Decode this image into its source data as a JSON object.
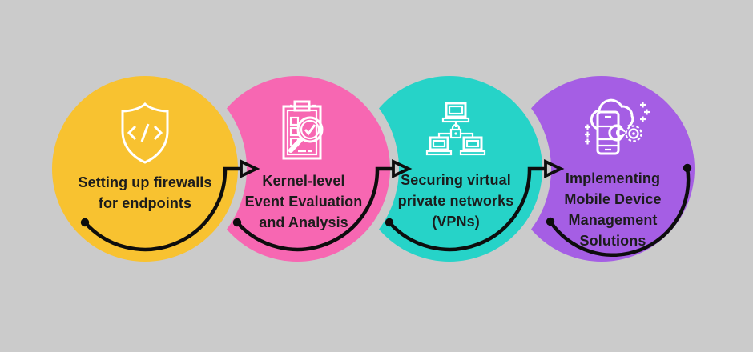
{
  "canvas": {
    "background_color": "#cbcbcb",
    "line_color": "#0d0d0d",
    "text_color": "#1c1c1c",
    "icon_stroke_color": "#ffffff"
  },
  "steps": [
    {
      "id": "endpoint-firewalls",
      "color": "#f8c230",
      "icon": "shield-code-icon",
      "label": "Setting up firewalls for endpoints",
      "lines": [
        "Setting up firewalls",
        "for endpoints"
      ]
    },
    {
      "id": "kernel-event-evaluation",
      "color": "#f767b2",
      "icon": "clipboard-audit-icon",
      "label": "Kernel-level Event Evaluation and Analysis",
      "lines": [
        "Kernel-level",
        "Event Evaluation",
        "and Analysis"
      ]
    },
    {
      "id": "securing-vpns",
      "color": "#26d3c8",
      "icon": "secure-network-icon",
      "label": "Securing virtual private networks (VPNs)",
      "lines": [
        "Securing virtual",
        "private networks",
        "(VPNs)"
      ]
    },
    {
      "id": "mdm-solutions",
      "color": "#a55ee4",
      "icon": "mobile-device-management-icon",
      "label": "Implementing Mobile Device Management Solutions",
      "lines": [
        "Implementing",
        "Mobile Device",
        "Management",
        "Solutions"
      ]
    }
  ]
}
